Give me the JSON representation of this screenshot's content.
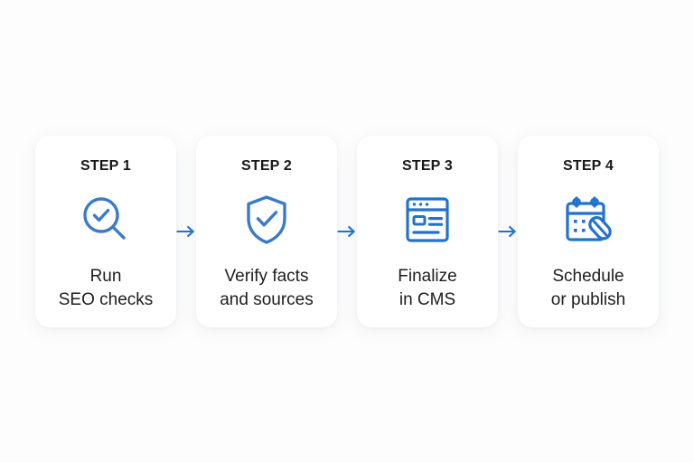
{
  "diagram": {
    "type": "horizontal-process-flow",
    "background_color": "#fdfdfd",
    "card_color": "#ffffff",
    "accent_color": "#2272ce",
    "icon_color": "#3a7bc8",
    "title_color": "#17181a",
    "label_color": "#1c1d1f",
    "connector_icon": "arrow-right-icon",
    "steps": [
      {
        "title": "STEP 1",
        "icon": "magnifier-check-icon",
        "label": "Run\nSEO checks"
      },
      {
        "title": "STEP 2",
        "icon": "shield-check-icon",
        "label": "Verify facts\nand sources"
      },
      {
        "title": "STEP 3",
        "icon": "cms-window-icon",
        "label": "Finalize\nin CMS"
      },
      {
        "title": "STEP 4",
        "icon": "calendar-pencil-icon",
        "label": "Schedule\nor publish"
      }
    ]
  }
}
